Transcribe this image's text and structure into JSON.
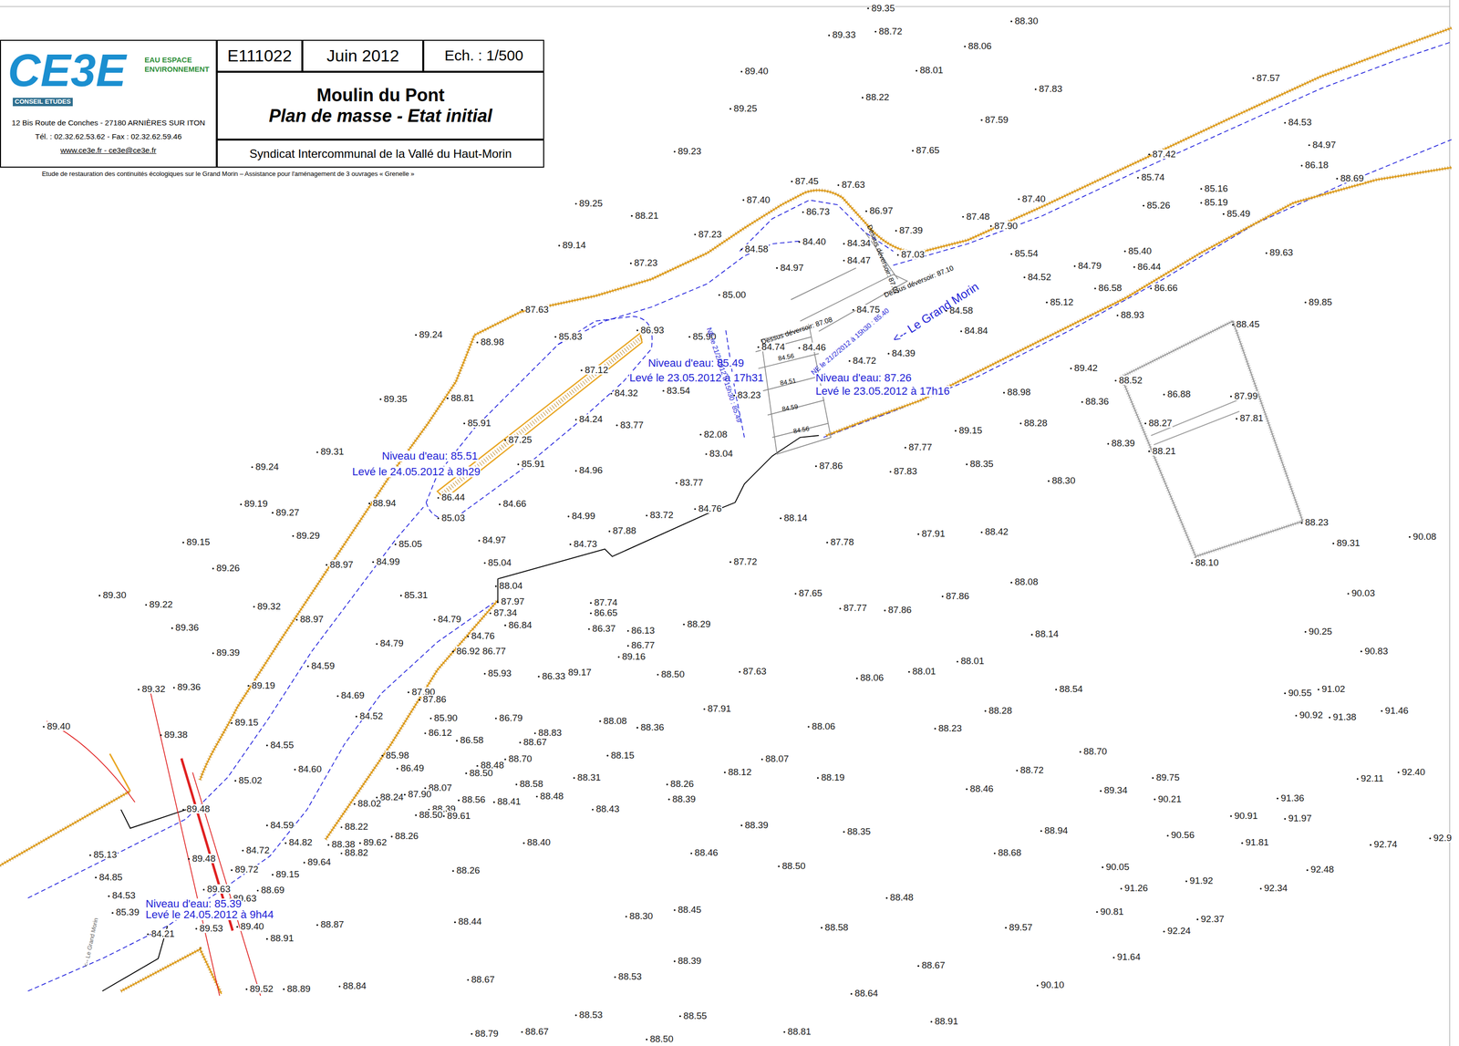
{
  "diagram": {
    "caption": "Etude de restauration des continuités écologiques sur le Grand Morin – Assistance pour l'aménagement de 3 ouvrages « Grenelle »",
    "nodes": [
      {
        "text": [
          "CE3E",
          "EAU ESPACE ENVIRONNEMENT",
          "CONSEIL ETUDES",
          "12 Bis Route de Conches - 27180 ARNIÈRES SUR ITON",
          "Tél. : 02.32.62.53.62 - Fax : 02.32.62.59.46",
          "www.ce3e.fr - ce3e@ce3e.fr"
        ]
      },
      {
        "text": [
          "E111022"
        ]
      },
      {
        "text": [
          "Juin 2012"
        ]
      },
      {
        "text": [
          "Ech. : 1/500"
        ]
      },
      {
        "text": [
          "Moulin du Pont",
          "Plan de masse - Etat initial"
        ]
      },
      {
        "text": [
          "Syndicat Intercommunal de la Vallé du Haut-Morin"
        ]
      }
    ],
    "labels": [
      "89.35",
      "88.30",
      "89.33",
      "88.72",
      "88.06",
      "89.40",
      "88.01",
      "87.83",
      "88.22",
      "89.25",
      "87.59",
      "87.57",
      "84.53",
      "89.23",
      "87.65",
      "84.97",
      "87.42",
      "86.18",
      "85.74",
      "88.69",
      "87.45",
      "87.63",
      "87.40",
      "86.97",
      "87.40",
      "85.16",
      "85.26",
      "85.19",
      "89.25",
      "88.21",
      "86.73",
      "87.48",
      "85.49",
      "87.39",
      "87.90",
      "87.23",
      "84.40",
      "84.34",
      "89.14",
      "84.58",
      "87.03",
      "85.54",
      "85.40",
      "89.63",
      "84.47",
      "87.23",
      "84.97",
      "84.79",
      "86.44",
      "84.52",
      "85.00",
      "86.58",
      "86.66",
      "84.75",
      "85.12",
      "89.85",
      "87.63",
      "84.58",
      "88.93",
      "85.83",
      "86.93",
      "85.90",
      "84.84",
      "88.45",
      "89.24",
      "88.98",
      "84.46",
      "84.72",
      "84.39",
      "87.12",
      "84.74",
      "84.32",
      "83.54",
      "83.23",
      "89.42",
      "88.52",
      "86.88",
      "87.99",
      "88.98",
      "88.81",
      "89.35",
      "88.36",
      "87.81",
      "85.91",
      "84.24",
      "83.77",
      "88.27",
      "88.28",
      "89.15",
      "87.25",
      "82.08",
      "87.77",
      "88.39",
      "88.21",
      "89.31",
      "83.04",
      "88.35",
      "87.86",
      "85.91",
      "84.96",
      "87.83",
      "89.24",
      "88.30",
      "83.77",
      "86.44",
      "84.66",
      "89.19",
      "89.27",
      "88.94",
      "85.03",
      "84.99",
      "83.72",
      "84.76",
      "88.14",
      "88.23",
      "87.91",
      "88.42",
      "89.31",
      "90.08",
      "89.15",
      "89.29",
      "87.88",
      "84.97",
      "84.73",
      "87.78",
      "85.05",
      "89.26",
      "88.97",
      "84.99",
      "85.04",
      "87.72",
      "88.10",
      "88.04",
      "88.08",
      "87.65",
      "87.86",
      "90.03",
      "89.30",
      "85.31",
      "87.97",
      "87.74",
      "86.65",
      "89.22",
      "89.32",
      "87.77",
      "87.86",
      "87.34",
      "86.84",
      "84.79",
      "86.37",
      "86.13",
      "88.29",
      "88.97",
      "89.36",
      "88.14",
      "90.25",
      "84.76",
      "86.77",
      "84.79",
      "86.92",
      "86.77",
      "89.16",
      "90.83",
      "89.39",
      "88.01",
      "84.59",
      "85.93",
      "86.33",
      "89.17",
      "88.50",
      "87.63",
      "88.06",
      "88.01",
      "89.32",
      "89.36",
      "89.19",
      "87.90",
      "87.86",
      "84.69",
      "88.54",
      "90.55",
      "91.02",
      "89.40",
      "89.15",
      "89.38",
      "84.52",
      "85.90",
      "86.79",
      "88.08",
      "88.36",
      "87.91",
      "88.06",
      "88.23",
      "88.28",
      "90.92",
      "91.38",
      "91.46",
      "88.83",
      "86.12",
      "86.58",
      "88.67",
      "84.55",
      "88.70",
      "85.98",
      "88.15",
      "88.70",
      "88.07",
      "88.72",
      "84.60",
      "86.49",
      "88.48",
      "88.50",
      "88.12",
      "88.19",
      "88.26",
      "88.31",
      "89.75",
      "92.11",
      "92.40",
      "85.02",
      "88.07",
      "88.58",
      "88.46",
      "89.34",
      "88.24",
      "87.90",
      "88.48",
      "88.56",
      "88.41",
      "88.39",
      "90.21",
      "91.36",
      "88.02",
      "89.48",
      "88.39",
      "88.50",
      "89.61",
      "88.43",
      "90.91",
      "91.97",
      "84.59",
      "88.22",
      "88.39",
      "88.35",
      "88.94",
      "90.56",
      "91.81",
      "92.74",
      "92.9",
      "84.82",
      "88.38",
      "89.62",
      "88.26",
      "88.40",
      "88.82",
      "85.13",
      "84.72",
      "89.64",
      "88.46",
      "88.68",
      "89.48",
      "88.50",
      "90.05",
      "92.48",
      "84.85",
      "89.72",
      "89.15",
      "88.26",
      "91.92",
      "89.63",
      "88.69",
      "84.53",
      "91.26",
      "92.34",
      "89.63",
      "88.48",
      "85.39",
      "89.40",
      "88.87",
      "88.44",
      "88.30",
      "88.45",
      "90.81",
      "92.37",
      "84.21",
      "89.53",
      "88.91",
      "88.58",
      "89.57",
      "92.24",
      "91.64",
      "88.39",
      "88.67",
      "88.67",
      "88.53",
      "89.52",
      "88.89",
      "88.84",
      "90.10",
      "88.64",
      "88.53",
      "88.55",
      "88.91",
      "88.79",
      "88.67",
      "88.50",
      "88.81",
      "Niveau d'eau: 85.49",
      "Levé le 23.05.2012 à 17h31",
      "Niveau d'eau: 87.26",
      "Levé le 23.05.2012 à 17h16",
      "Niveau d'eau: 85.51",
      "Levé le 24.05.2012 à 8h29",
      "Niveau d'eau: 85.39",
      "Levé le 24.05.2012 à 9h44",
      "<-- Le Grand Morin",
      "NE le 21/2/2012 à 15h30 : 85.40",
      "NE le 21/2/2012 à 15h30 : 85.49",
      "Dessus déversoir: 87.08",
      "Dessus déversoir: 87.10",
      "Dessus déversoir: 87.07",
      "84.56",
      "84.51",
      "84.59",
      "84.56",
      "<-- Le Grand Morin"
    ]
  }
}
